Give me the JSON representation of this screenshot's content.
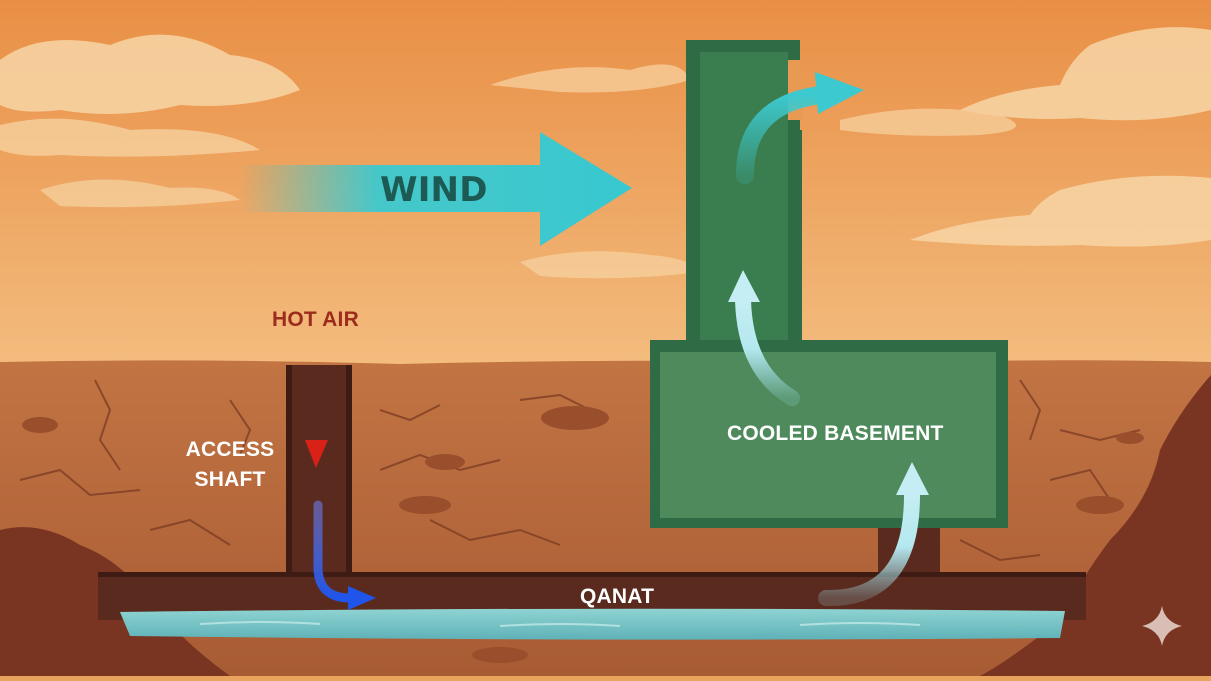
{
  "labels": {
    "wind": "WIND",
    "hot_air": "HOT AIR",
    "access_shaft": "ACCESS SHAFT",
    "qanat": "QANAT",
    "cooled_basement": "COOLED BASEMENT"
  },
  "colors": {
    "sky": "#eda25d",
    "ground": "#b86a3d",
    "tunnel": "#5a2a1e",
    "water": "#7fc6c7",
    "tower": "#3a7d4f",
    "basement": "#4e8a5c",
    "wind_arrow": "#3cc9cf",
    "hot_air_arrow": "#e0261f",
    "cool_water_arrow": "#2a5fe6",
    "rising_air_arrow": "#9fe0ea"
  },
  "icons": {
    "sparkle": "sparkle-icon"
  }
}
